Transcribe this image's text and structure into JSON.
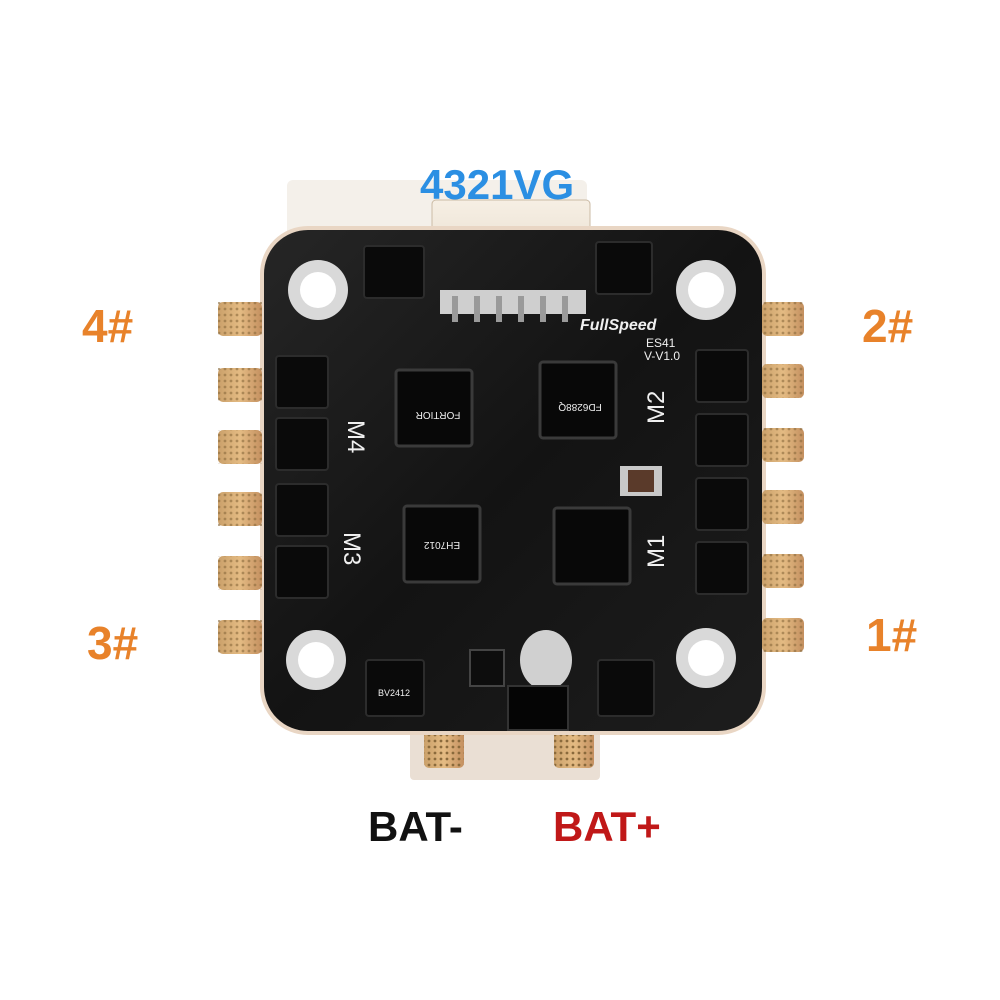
{
  "labels": {
    "connector": "4321VG",
    "motor_4": "4#",
    "motor_2": "2#",
    "motor_3": "3#",
    "motor_1": "1#",
    "bat_negative": "BAT-",
    "bat_positive": "BAT+"
  },
  "board_silkscreen": {
    "brand": "FullSpeed",
    "model": "ES41",
    "version": "V-V1.0",
    "m1": "M1",
    "m2": "M2",
    "m3": "M3",
    "m4": "M4",
    "chip_line1": "FORTIOR",
    "chip_line2": "FD6288Q",
    "chip_line3": "EH7012",
    "mosfet_code": "BV2412"
  },
  "colors": {
    "connector_label": "#2b8fe3",
    "motor_labels": "#e8822a",
    "bat_negative": "#111111",
    "bat_positive": "#c01818",
    "pcb": "#161616",
    "pads": "#d9a768"
  }
}
